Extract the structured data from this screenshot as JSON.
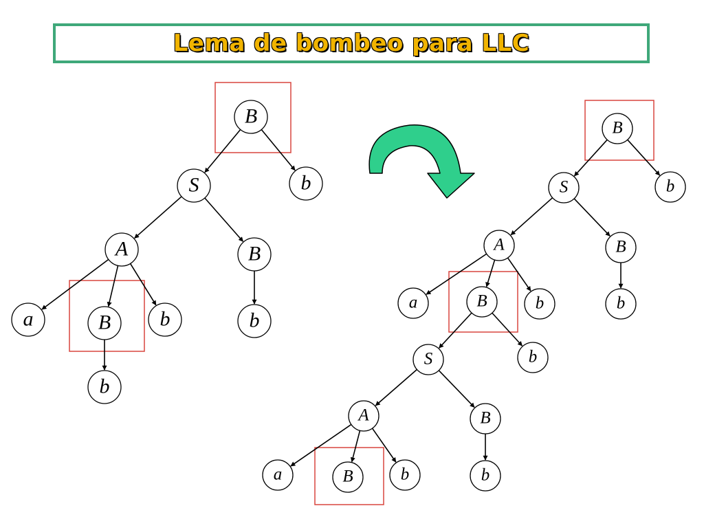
{
  "title": "Lema de bombeo para LLC",
  "colors": {
    "title_text": "#f1b400",
    "title_border": "#3fa87a",
    "arrow_fill": "#2fcf8c",
    "highlight": "#d8453e"
  },
  "left_tree": {
    "nodes": [
      {
        "id": "L1",
        "label": "B"
      },
      {
        "id": "L2",
        "label": "S"
      },
      {
        "id": "L3",
        "label": "b"
      },
      {
        "id": "L4",
        "label": "A"
      },
      {
        "id": "L5",
        "label": "B"
      },
      {
        "id": "L6",
        "label": "a"
      },
      {
        "id": "L7",
        "label": "B"
      },
      {
        "id": "L8",
        "label": "b"
      },
      {
        "id": "L9",
        "label": "b"
      },
      {
        "id": "L10",
        "label": "b"
      }
    ],
    "edges": [
      [
        "L1",
        "L2"
      ],
      [
        "L1",
        "L3"
      ],
      [
        "L2",
        "L4"
      ],
      [
        "L2",
        "L5"
      ],
      [
        "L4",
        "L6"
      ],
      [
        "L4",
        "L7"
      ],
      [
        "L4",
        "L8"
      ],
      [
        "L5",
        "L9"
      ],
      [
        "L7",
        "L10"
      ]
    ]
  },
  "right_tree": {
    "nodes": [
      {
        "id": "R1",
        "label": "B"
      },
      {
        "id": "R2",
        "label": "S"
      },
      {
        "id": "R3",
        "label": "b"
      },
      {
        "id": "R4",
        "label": "A"
      },
      {
        "id": "R5",
        "label": "B"
      },
      {
        "id": "R6",
        "label": "a"
      },
      {
        "id": "R7",
        "label": "B"
      },
      {
        "id": "R8",
        "label": "b"
      },
      {
        "id": "R9",
        "label": "b"
      },
      {
        "id": "R10",
        "label": "S"
      },
      {
        "id": "R11",
        "label": "b"
      },
      {
        "id": "R12",
        "label": "A"
      },
      {
        "id": "R13",
        "label": "B"
      },
      {
        "id": "R14",
        "label": "a"
      },
      {
        "id": "R15",
        "label": "B"
      },
      {
        "id": "R16",
        "label": "b"
      },
      {
        "id": "R17",
        "label": "b"
      }
    ],
    "edges": [
      [
        "R1",
        "R2"
      ],
      [
        "R1",
        "R3"
      ],
      [
        "R2",
        "R4"
      ],
      [
        "R2",
        "R5"
      ],
      [
        "R4",
        "R6"
      ],
      [
        "R4",
        "R7"
      ],
      [
        "R4",
        "R8"
      ],
      [
        "R5",
        "R9"
      ],
      [
        "R7",
        "R10"
      ],
      [
        "R7",
        "R11"
      ],
      [
        "R10",
        "R12"
      ],
      [
        "R10",
        "R13"
      ],
      [
        "R12",
        "R14"
      ],
      [
        "R12",
        "R15"
      ],
      [
        "R12",
        "R16"
      ],
      [
        "R13",
        "R17"
      ]
    ]
  },
  "transform_arrow": {
    "icon": "curved-arrow-icon"
  }
}
